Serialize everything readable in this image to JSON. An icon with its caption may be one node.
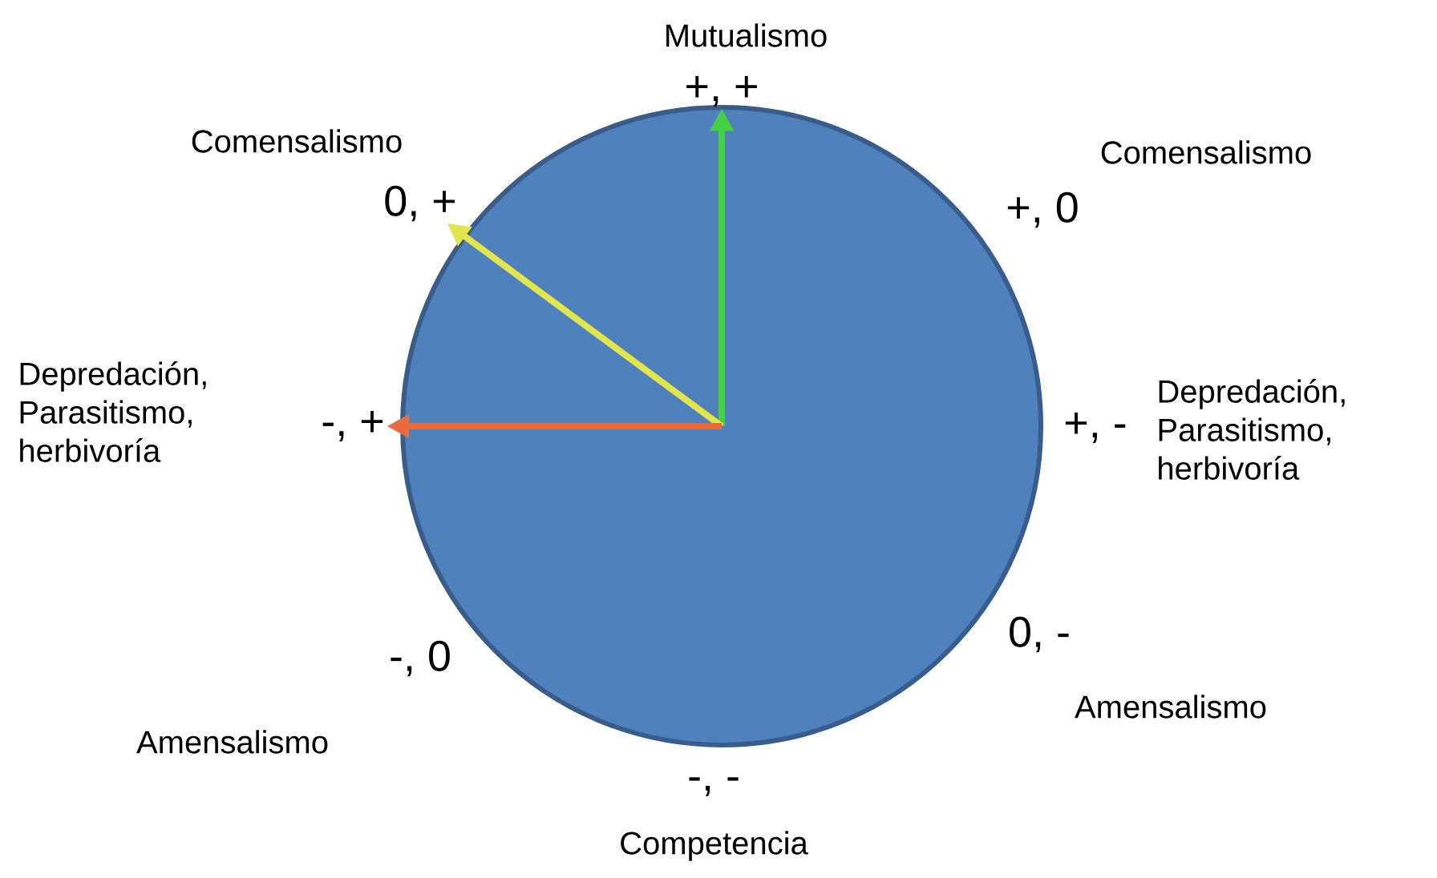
{
  "diagram": {
    "nodes": [
      {
        "text": [],
        "shape": "circle"
      },
      {
        "text": [
          "+, +"
        ]
      },
      {
        "text": [
          "0, +"
        ]
      },
      {
        "text": [
          "-, +"
        ]
      }
    ],
    "edges": [
      {
        "from": 0,
        "to": 1,
        "arrow": "to",
        "color": "#44d044"
      },
      {
        "from": 0,
        "to": 2,
        "arrow": "to",
        "color": "#e2e64c"
      },
      {
        "from": 0,
        "to": 3,
        "arrow": "to",
        "color": "#ec6a3c"
      }
    ],
    "labels": [
      "Mutualismo",
      "Comensalismo",
      "Comensalismo",
      "+, 0",
      "Depredación, Parasitismo, herbivoría",
      "+, -",
      "Depredación, Parasitismo, herbivoría",
      "0, -",
      "-, 0",
      "Amensalismo",
      "Amensalismo",
      "-, -",
      "Competencia"
    ]
  }
}
